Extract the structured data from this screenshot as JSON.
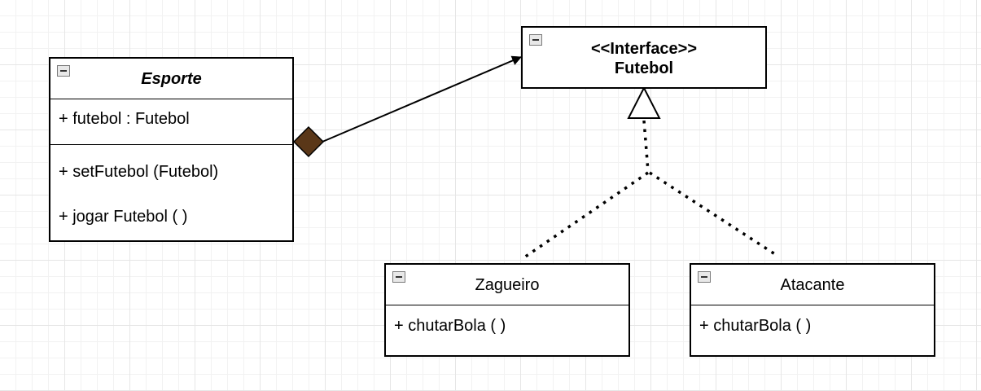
{
  "classes": {
    "esporte": {
      "name": "Esporte",
      "attributes": [
        "+ futebol : Futebol"
      ],
      "methods": [
        "+ setFutebol (Futebol)",
        "+ jogar Futebol ( )"
      ]
    },
    "futebol": {
      "stereotype": "<<Interface>>",
      "name": "Futebol"
    },
    "zagueiro": {
      "name": "Zagueiro",
      "methods": [
        "+ chutarBola ( )"
      ]
    },
    "atacante": {
      "name": "Atacante",
      "methods": [
        "+ chutarBola ( )"
      ]
    }
  },
  "relationships": [
    {
      "type": "composition",
      "from": "Esporte",
      "to": "Futebol"
    },
    {
      "type": "realization",
      "from": "Zagueiro",
      "to": "Futebol"
    },
    {
      "type": "realization",
      "from": "Atacante",
      "to": "Futebol"
    }
  ],
  "colors": {
    "composition_diamond": "#5a3718",
    "stroke": "#000000",
    "collapse_icon_fill": "#e8e8e8"
  },
  "icons": {
    "collapse": "minus-square-icon"
  }
}
